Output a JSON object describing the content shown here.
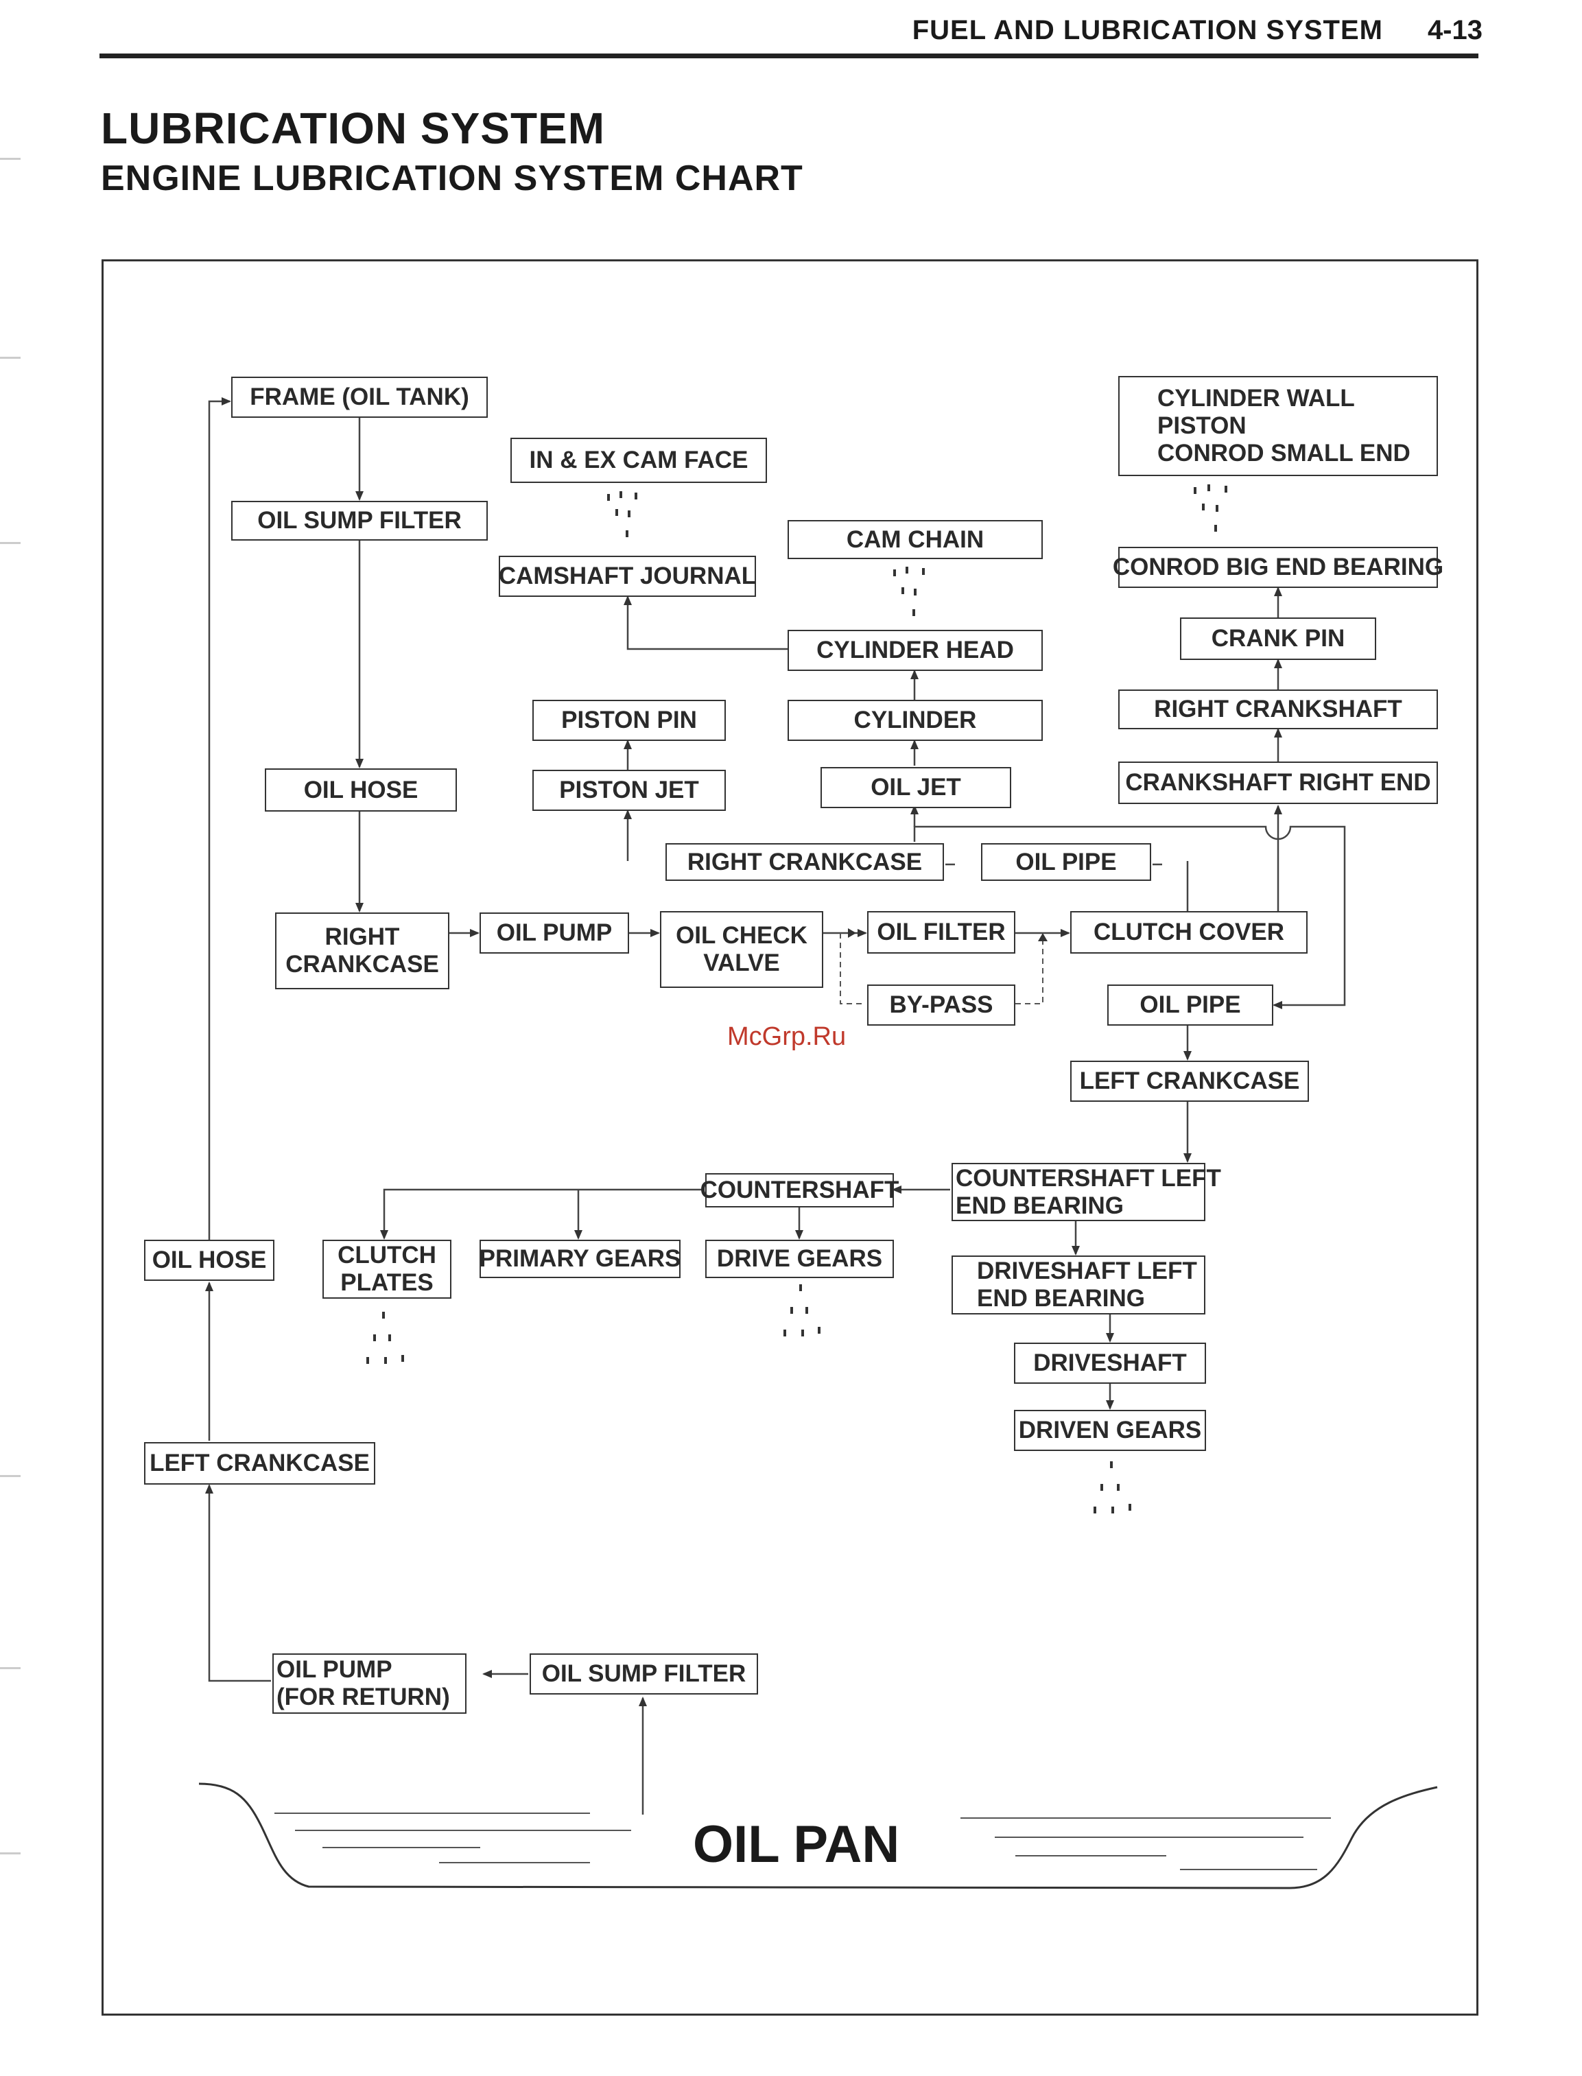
{
  "header": {
    "section_title": "FUEL AND LUBRICATION SYSTEM",
    "page_number": "4-13"
  },
  "titles": {
    "main": "LUBRICATION SYSTEM",
    "sub": "ENGINE LUBRICATION SYSTEM CHART"
  },
  "watermark": "McGrp.Ru",
  "nodes": {
    "frame_oil_tank": "FRAME (OIL TANK)",
    "oil_sump_filter_top": "OIL SUMP FILTER",
    "oil_hose_top": "OIL HOSE",
    "right_crankcase_l1": "RIGHT",
    "right_crankcase_l2": "CRANKCASE",
    "oil_pump": "OIL PUMP",
    "oil_check_valve_l1": "OIL CHECK",
    "oil_check_valve_l2": "VALVE",
    "oil_filter": "OIL FILTER",
    "by_pass": "BY-PASS",
    "clutch_cover": "CLUTCH COVER",
    "in_ex_cam_face": "IN & EX CAM FACE",
    "camshaft_journal": "CAMSHAFT JOURNAL",
    "cam_chain": "CAM CHAIN",
    "cylinder_head": "CYLINDER HEAD",
    "cylinder": "CYLINDER",
    "oil_jet": "OIL JET",
    "piston_pin": "PISTON PIN",
    "piston_jet": "PISTON JET",
    "right_crankcase_mid": "RIGHT CRANKCASE",
    "oil_pipe_mid": "OIL PIPE",
    "cyl_wall": "CYLINDER WALL",
    "piston": "PISTON",
    "conrod_small_end": "CONROD SMALL END",
    "conrod_big_end_bearing": "CONROD BIG END BEARING",
    "crank_pin": "CRANK PIN",
    "right_crankshaft": "RIGHT CRANKSHAFT",
    "crankshaft_right_end": "CRANKSHAFT RIGHT END",
    "oil_pipe_right": "OIL PIPE",
    "left_crankcase_right": "LEFT CRANKCASE",
    "countershaft_left_end_l1": "COUNTERSHAFT LEFT",
    "countershaft_left_end_l2": "END BEARING",
    "countershaft": "COUNTERSHAFT",
    "clutch_plates_l1": "CLUTCH",
    "clutch_plates_l2": "PLATES",
    "primary_gears": "PRIMARY GEARS",
    "drive_gears": "DRIVE GEARS",
    "driveshaft_left_end_l1": "DRIVESHAFT LEFT",
    "driveshaft_left_end_l2": "END BEARING",
    "driveshaft": "DRIVESHAFT",
    "driven_gears": "DRIVEN GEARS",
    "oil_hose_left": "OIL HOSE",
    "left_crankcase_left": "LEFT CRANKCASE",
    "oil_pump_return_l1": "OIL PUMP",
    "oil_pump_return_l2": "(FOR RETURN)",
    "oil_sump_filter_bottom": "OIL SUMP FILTER",
    "oil_pan": "OIL PAN"
  }
}
